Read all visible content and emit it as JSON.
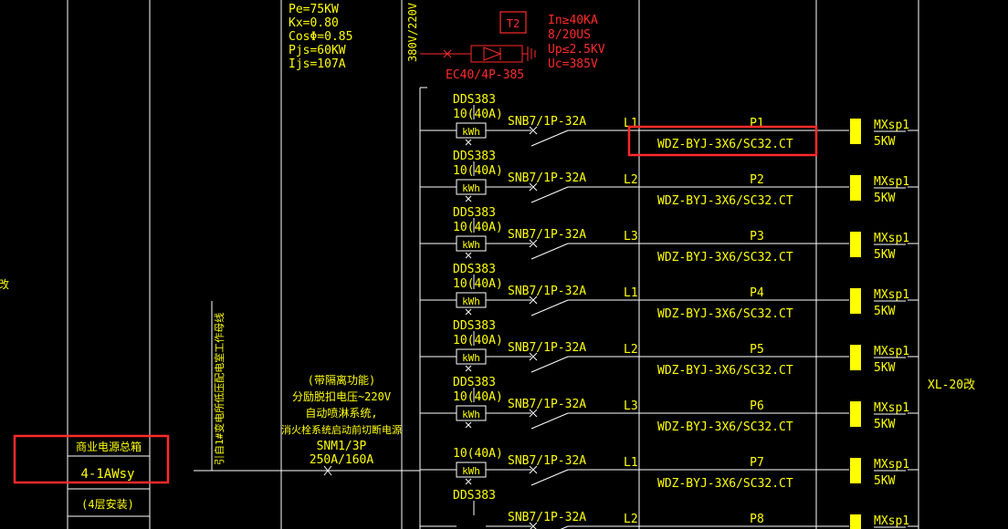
{
  "colors": {
    "background": "#000000",
    "line": "#ffffff",
    "label": "#ffff00",
    "spd": "#ff2a2a",
    "highlight": "#ff2a2a",
    "load": "#ffff00"
  },
  "left_edge_char": "改",
  "riser_label": "引自1#变电所低压配电室工作母线",
  "main_panel": {
    "name": "商业电源总箱",
    "code": "4-1AWsy",
    "note": "(4层安装)"
  },
  "params": [
    "Pe=75KW",
    "Kx=0.80",
    "CosΦ=0.85",
    "Pjs=60KW",
    "Ijs=107A"
  ],
  "voltage": "380V/220V",
  "spd": {
    "type_box": "T2",
    "specs": [
      "In≥40KA",
      "8/20US",
      "Up≤2.5KV",
      "Uc=385V"
    ],
    "breaker": "EC40/4P-385"
  },
  "incomer": {
    "notes": [
      "(带隔离功能)",
      "分励脱扣电压~220V",
      "自动喷淋系统,",
      "消火栓系统启动前切断电源"
    ],
    "breaker": "SNM1/3P",
    "rating": "250A/160A"
  },
  "right_label": "XL-20改",
  "circuits": [
    {
      "meter": "DDS383",
      "meter_rating": "10(40A)",
      "kwh": "kWh",
      "breaker": "SNB7/1P-32A",
      "phase": "L1",
      "name": "P1",
      "cable": "WDZ-BYJ-3X6/SC32.CT",
      "load": "MXsp1",
      "power": "5KW"
    },
    {
      "meter": "DDS383",
      "meter_rating": "10(40A)",
      "kwh": "kWh",
      "breaker": "SNB7/1P-32A",
      "phase": "L2",
      "name": "P2",
      "cable": "WDZ-BYJ-3X6/SC32.CT",
      "load": "MXsp1",
      "power": "5KW"
    },
    {
      "meter": "DDS383",
      "meter_rating": "10(40A)",
      "kwh": "kWh",
      "breaker": "SNB7/1P-32A",
      "phase": "L3",
      "name": "P3",
      "cable": "WDZ-BYJ-3X6/SC32.CT",
      "load": "MXsp1",
      "power": "5KW"
    },
    {
      "meter": "DDS383",
      "meter_rating": "10(40A)",
      "kwh": "kWh",
      "breaker": "SNB7/1P-32A",
      "phase": "L1",
      "name": "P4",
      "cable": "WDZ-BYJ-3X6/SC32.CT",
      "load": "MXsp1",
      "power": "5KW"
    },
    {
      "meter": "DDS383",
      "meter_rating": "10(40A)",
      "kwh": "kWh",
      "breaker": "SNB7/1P-32A",
      "phase": "L2",
      "name": "P5",
      "cable": "WDZ-BYJ-3X6/SC32.CT",
      "load": "MXsp1",
      "power": "5KW"
    },
    {
      "meter": "DDS383",
      "meter_rating": "10(40A)",
      "kwh": "kWh",
      "breaker": "SNB7/1P-32A",
      "phase": "L3",
      "name": "P6",
      "cable": "WDZ-BYJ-3X6/SC32.CT",
      "load": "MXsp1",
      "power": "5KW"
    },
    {
      "meter": "",
      "meter_rating": "10(40A)",
      "kwh": "kWh",
      "breaker": "SNB7/1P-32A",
      "phase": "L1",
      "name": "P7",
      "cable": "WDZ-BYJ-3X6/SC32.CT",
      "load": "MXsp1",
      "power": "5KW"
    },
    {
      "meter": "DDS383",
      "meter_rating": "",
      "kwh": "",
      "breaker": "SNB7/1P-32A",
      "phase": "L2",
      "name": "P8",
      "cable": "",
      "load": "MXsp1",
      "power": ""
    }
  ]
}
